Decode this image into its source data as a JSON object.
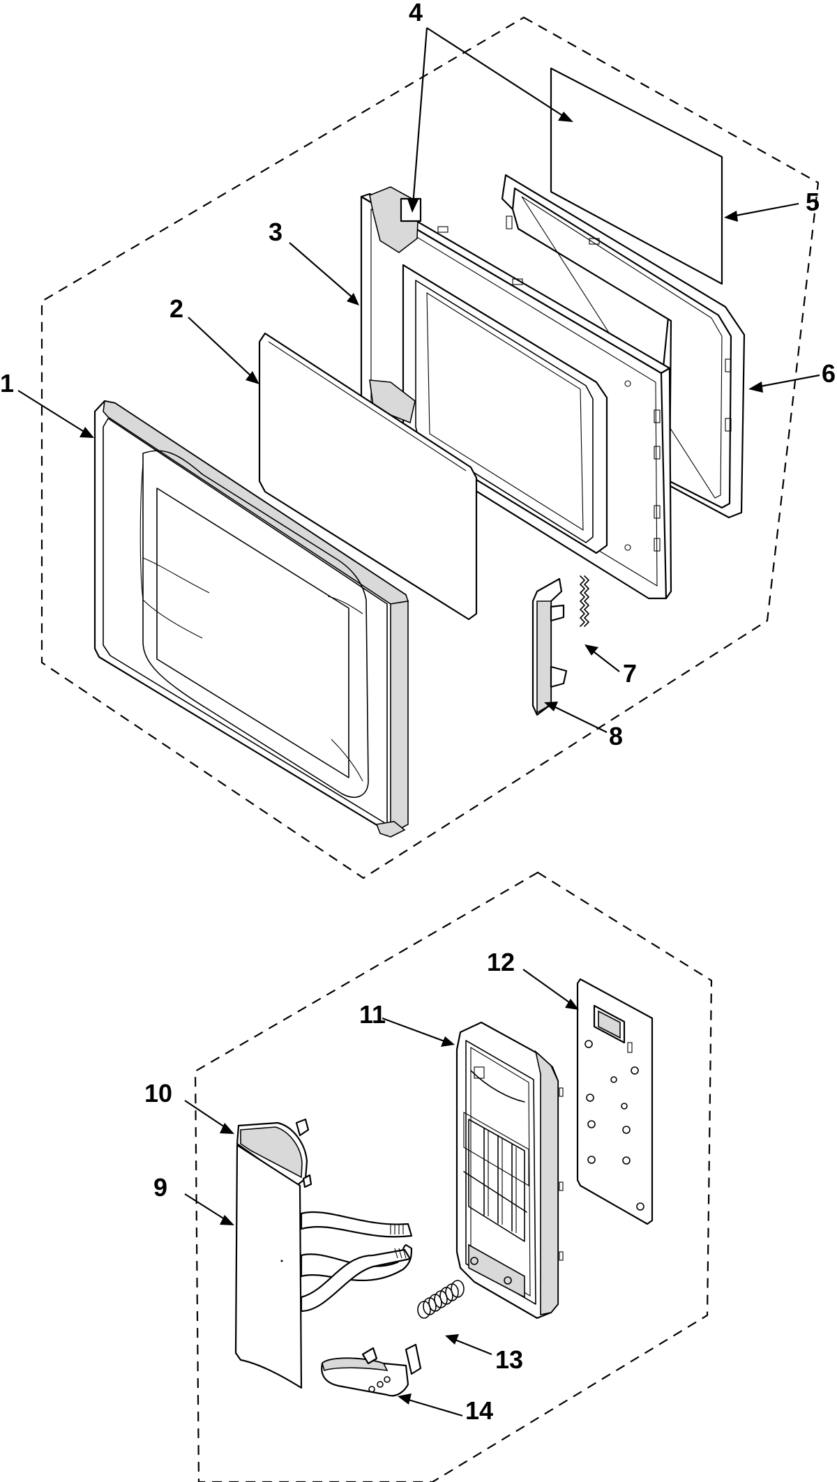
{
  "callouts": [
    {
      "id": "part-1",
      "label": "1"
    },
    {
      "id": "part-2",
      "label": "2"
    },
    {
      "id": "part-3",
      "label": "3"
    },
    {
      "id": "part-4",
      "label": "4"
    },
    {
      "id": "part-5",
      "label": "5"
    },
    {
      "id": "part-6",
      "label": "6"
    },
    {
      "id": "part-7",
      "label": "7"
    },
    {
      "id": "part-8",
      "label": "8"
    },
    {
      "id": "part-9",
      "label": "9"
    },
    {
      "id": "part-10",
      "label": "10"
    },
    {
      "id": "part-11",
      "label": "11"
    },
    {
      "id": "part-12",
      "label": "12"
    },
    {
      "id": "part-13",
      "label": "13"
    },
    {
      "id": "part-14",
      "label": "14"
    }
  ],
  "colors": {
    "line": "#000000",
    "background": "#ffffff",
    "shade": "#d9d9d9"
  }
}
